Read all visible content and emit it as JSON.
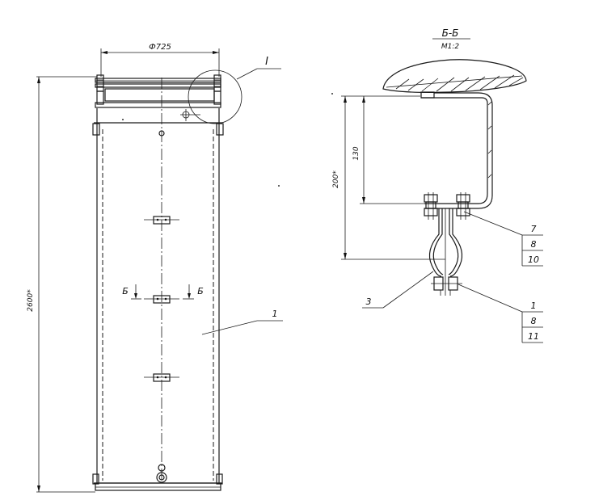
{
  "main_view": {
    "diameter_label": "Ф725",
    "height_label": "2600*",
    "detail_label": "I",
    "position_label": "1",
    "section_mark": "Б"
  },
  "section_view": {
    "title": "Б-Б",
    "scale": "М1:2",
    "dim_total": "200*",
    "dim_upper": "130",
    "callout_upper": [
      "7",
      "8",
      "10"
    ],
    "callout_lower": [
      "1",
      "8",
      "11"
    ],
    "callout_clamp": "3"
  }
}
